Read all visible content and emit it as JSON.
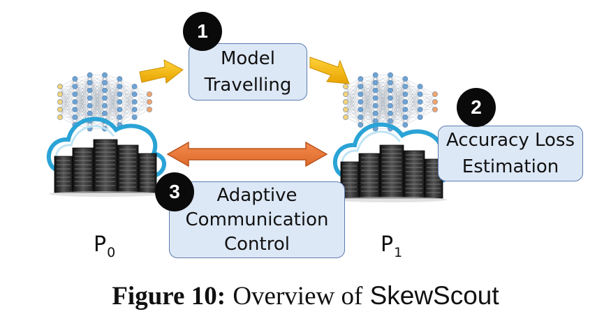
{
  "steps": [
    {
      "number": "1",
      "lines": [
        "Model",
        "Travelling"
      ]
    },
    {
      "number": "2",
      "lines": [
        "Accuracy Loss",
        "Estimation"
      ]
    },
    {
      "number": "3",
      "lines": [
        "Adaptive",
        "Communication",
        "Control"
      ]
    }
  ],
  "parties": [
    {
      "label": "P",
      "sub": "0"
    },
    {
      "label": "P",
      "sub": "1"
    }
  ],
  "caption": {
    "label": "Figure 10:",
    "text": "Overview of",
    "system": "SkewScout"
  },
  "colors": {
    "box_fill": "#dde8f6",
    "box_border": "#5b7bb0",
    "badge": "#0a0a0a",
    "travel_arrow": "#f5b400",
    "comm_arrow": "#e8763a",
    "cloud": "#2aa3d6",
    "node_orange": "#f4a46a",
    "node_yellow": "#f3d27a",
    "node_blue": "#6ea3d4"
  },
  "icons": [
    "neural-network-icon",
    "cloud-datacenter-icon",
    "right-arrow-icon",
    "double-arrow-icon"
  ]
}
